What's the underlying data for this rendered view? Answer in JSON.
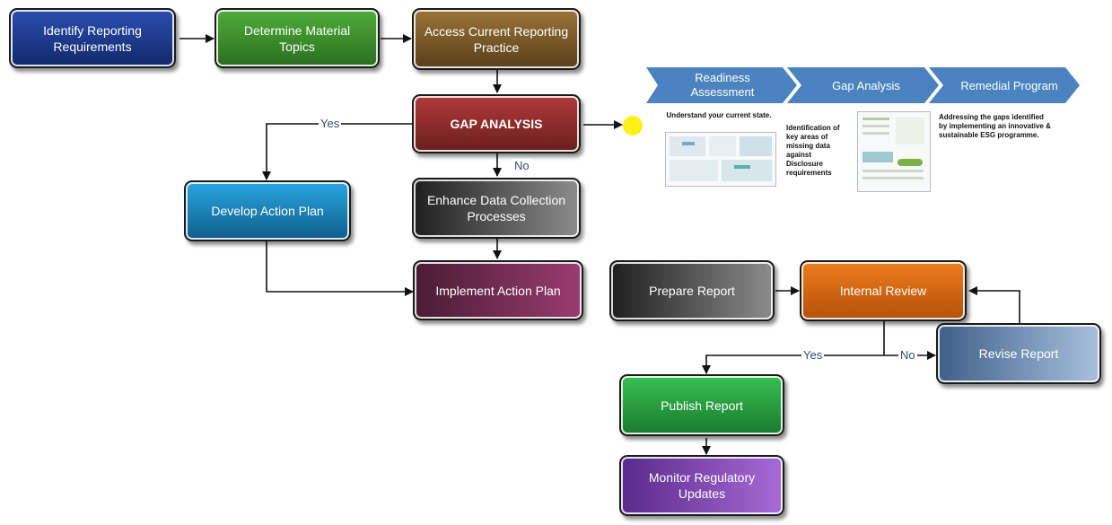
{
  "nodes": {
    "identify": "Identify Reporting Requirements",
    "determine": "Determine Material Topics",
    "access": "Access Current Reporting Practice",
    "gap": "GAP ANALYSIS",
    "develop": "Develop Action Plan",
    "enhance": "Enhance Data Collection Processes",
    "implement": "Implement Action Plan",
    "prepare": "Prepare Report",
    "internal": "Internal Review",
    "revise": "Revise Report",
    "publish": "Publish Report",
    "monitor": "Monitor Regulatory Updates"
  },
  "edge_labels": {
    "gap_yes": "Yes",
    "gap_no": "No",
    "review_yes": "Yes",
    "review_no": "No"
  },
  "phases": {
    "items": [
      {
        "label": "Readiness Assessment"
      },
      {
        "label": "Gap Analysis"
      },
      {
        "label": "Remedial Program"
      }
    ],
    "readiness_desc": "Understand your current state.",
    "gap_desc": "Identification of key areas of missing data against Disclosure requirements",
    "remedial_desc": "Addressing the gaps identified by implementing an innovative & sustainable ESG programme."
  },
  "colors": {
    "identify": "#1b3a8c",
    "determine": "#3f8f2f",
    "access": "#7a5a2b",
    "gap": "#8e2a2a",
    "develop": "#1b86c4",
    "enhance": "#555555",
    "implement": "#6e2a4e",
    "prepare": "#555555",
    "internal": "#d9650f",
    "revise": "#6f8db5",
    "publish": "#26a040",
    "monitor": "#7d3fb0",
    "chevron": "#4a83c0",
    "highlight": "#ffee00"
  }
}
